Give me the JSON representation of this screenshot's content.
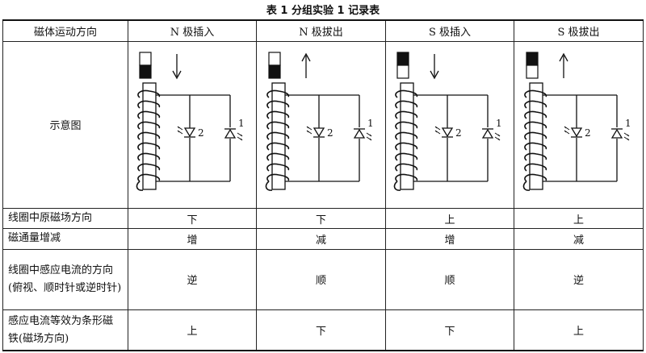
{
  "title": "表 1  分组实验 1 记录表",
  "header": [
    "磁体运动方向",
    "N 极插入",
    "N 极拔出",
    "S 极插入",
    "S 极拔出"
  ],
  "diagram_row_label": "示意图",
  "diagram_labels": {
    "led2": "2",
    "led1": "1"
  },
  "diagrams": [
    {
      "magnet_top": "white",
      "magnet_bottom": "black",
      "arrow": "down"
    },
    {
      "magnet_top": "white",
      "magnet_bottom": "black",
      "arrow": "up"
    },
    {
      "magnet_top": "black",
      "magnet_bottom": "white",
      "arrow": "down"
    },
    {
      "magnet_top": "black",
      "magnet_bottom": "white",
      "arrow": "up"
    }
  ],
  "rows": [
    {
      "label": "线圈中原磁场方向",
      "values": [
        "下",
        "下",
        "上",
        "上"
      ]
    },
    {
      "label": "磁通量增减",
      "values": [
        "增",
        "减",
        "增",
        "减"
      ]
    },
    {
      "label": "线圈中感应电流的方向(俯视、顺时针或逆时针)",
      "values": [
        "逆",
        "顺",
        "顺",
        "逆"
      ]
    },
    {
      "label": "感应电流等效为条形磁铁(磁场方向)",
      "values": [
        "上",
        "下",
        "下",
        "上"
      ]
    }
  ],
  "colors": {
    "line": "#111111",
    "magnet_dark": "#111111",
    "magnet_light": "#ffffff"
  }
}
